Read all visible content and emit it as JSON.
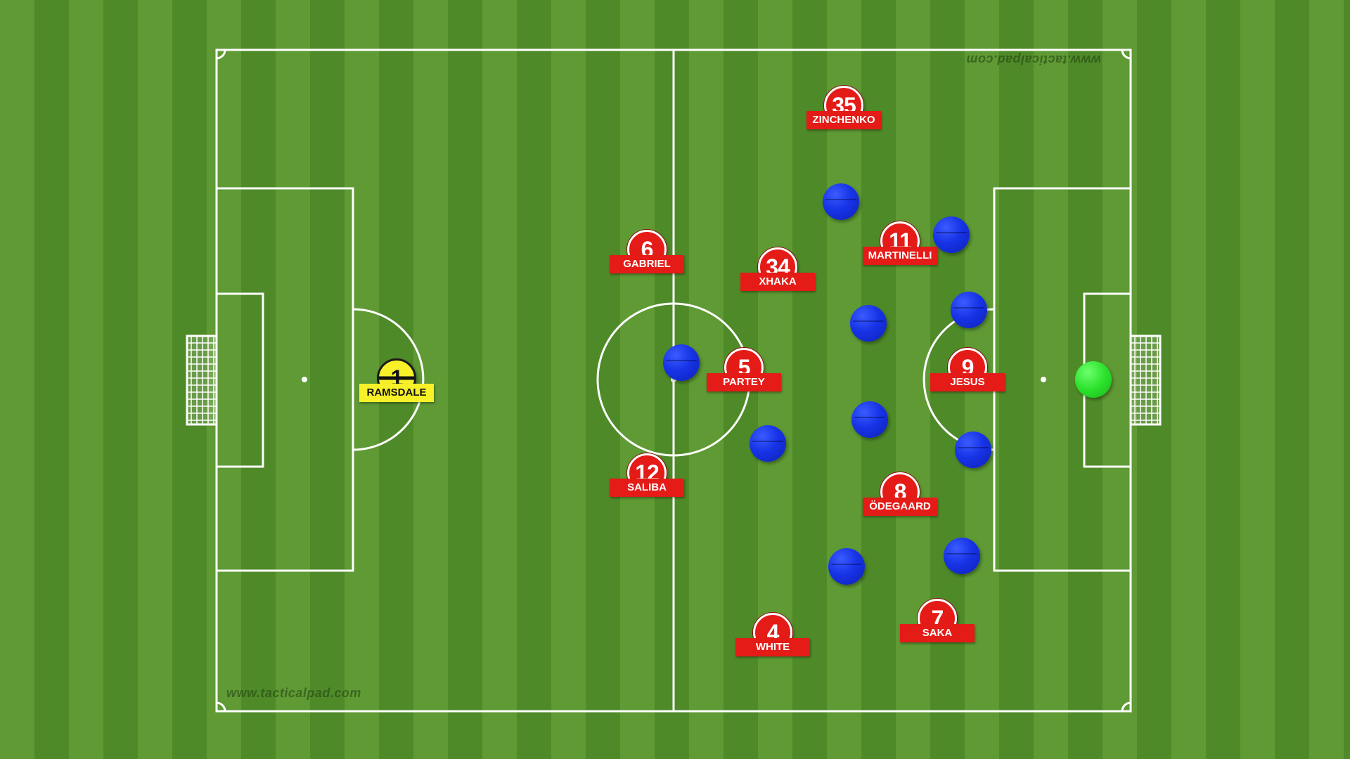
{
  "watermark": "www.tacticalpad.com",
  "colors": {
    "home_player": "#e41b17",
    "home_goalkeeper": "#f7f12a",
    "away_player": "#1733e6",
    "away_goalkeeper": "#2ce22c",
    "pitch_lines": "#ffffff"
  },
  "home_team": [
    {
      "number": "1",
      "name": "RAMSDALE",
      "role": "goalkeeper"
    },
    {
      "number": "35",
      "name": "ZINCHENKO"
    },
    {
      "number": "6",
      "name": "GABRIEL"
    },
    {
      "number": "34",
      "name": "XHAKA"
    },
    {
      "number": "11",
      "name": "MARTINELLI"
    },
    {
      "number": "5",
      "name": "PARTEY"
    },
    {
      "number": "9",
      "name": "JESUS"
    },
    {
      "number": "12",
      "name": "SALIBA"
    },
    {
      "number": "8",
      "name": "ÖDEGAARD"
    },
    {
      "number": "4",
      "name": "WHITE"
    },
    {
      "number": "7",
      "name": "SAKA"
    }
  ],
  "away_team_count": 11
}
